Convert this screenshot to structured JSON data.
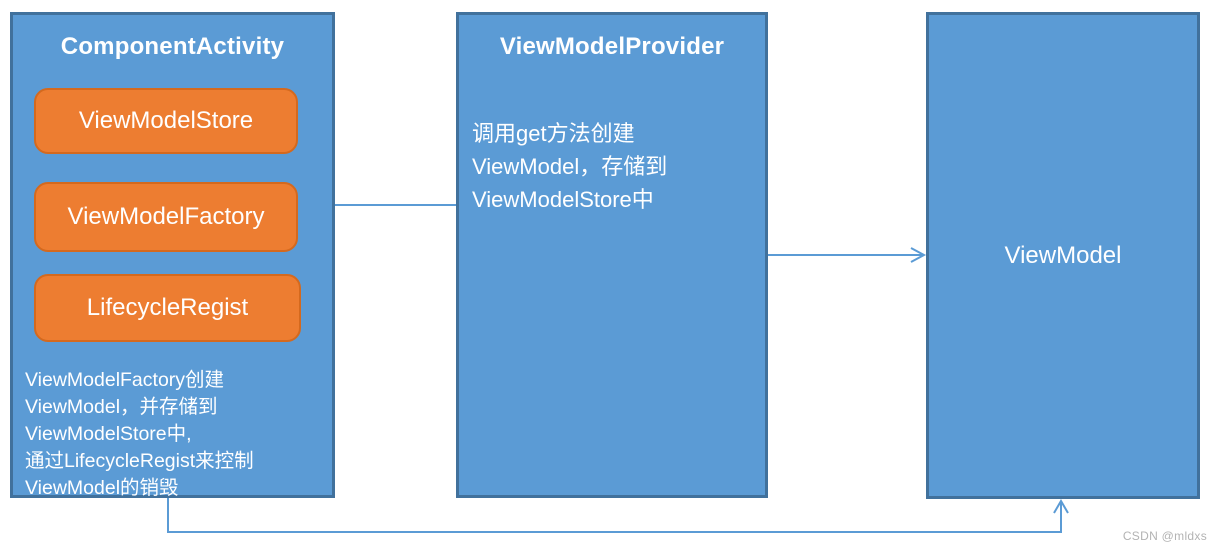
{
  "colors": {
    "box_fill": "#5b9bd5",
    "box_border": "#41719c",
    "button_fill": "#ed7d31",
    "button_border": "#d4691e",
    "connector": "#5b9bd5",
    "text": "#ffffff",
    "watermark": "#b3b3b3"
  },
  "diagram": {
    "component_activity": {
      "title": "ComponentActivity",
      "buttons": [
        "ViewModelStore",
        "ViewModelFactory",
        "LifecycleRegist"
      ],
      "note_lines": [
        "ViewModelFactory创建",
        "ViewModel，并存储到",
        "ViewModelStore中,",
        "通过LifecycleRegist来控制",
        "ViewModel的销毁"
      ]
    },
    "view_model_provider": {
      "title": "ViewModelProvider",
      "body_lines": [
        "调用get方法创建",
        "ViewModel，存储到",
        "ViewModelStore中"
      ]
    },
    "view_model": {
      "title": "ViewModel"
    }
  },
  "watermark": "CSDN @mldxs"
}
